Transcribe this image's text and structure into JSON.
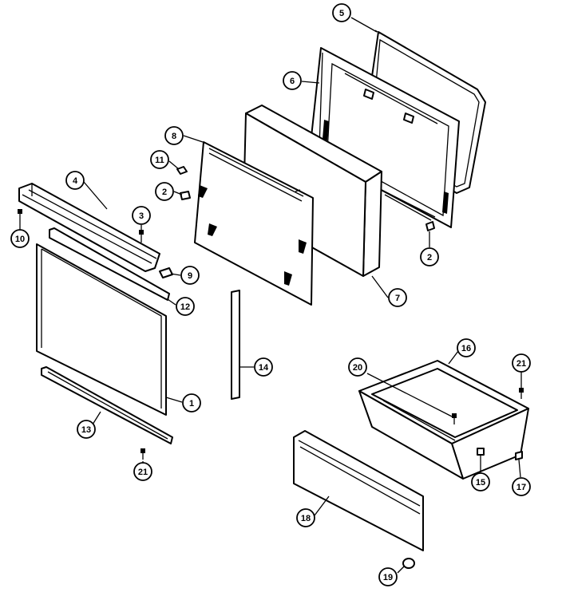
{
  "callouts": [
    {
      "id": "c5",
      "label": "5"
    },
    {
      "id": "c6",
      "label": "6"
    },
    {
      "id": "c8",
      "label": "8"
    },
    {
      "id": "c11",
      "label": "11"
    },
    {
      "id": "c2a",
      "label": "2"
    },
    {
      "id": "c4",
      "label": "4"
    },
    {
      "id": "c3",
      "label": "3"
    },
    {
      "id": "c10",
      "label": "10"
    },
    {
      "id": "c9",
      "label": "9"
    },
    {
      "id": "c12",
      "label": "12"
    },
    {
      "id": "c2b",
      "label": "2"
    },
    {
      "id": "c7",
      "label": "7"
    },
    {
      "id": "c14",
      "label": "14"
    },
    {
      "id": "c1",
      "label": "1"
    },
    {
      "id": "c13",
      "label": "13"
    },
    {
      "id": "c21a",
      "label": "21"
    },
    {
      "id": "c16",
      "label": "16"
    },
    {
      "id": "c20",
      "label": "20"
    },
    {
      "id": "c21b",
      "label": "21"
    },
    {
      "id": "c15",
      "label": "15"
    },
    {
      "id": "c17",
      "label": "17"
    },
    {
      "id": "c18",
      "label": "18"
    },
    {
      "id": "c19",
      "label": "19"
    }
  ]
}
